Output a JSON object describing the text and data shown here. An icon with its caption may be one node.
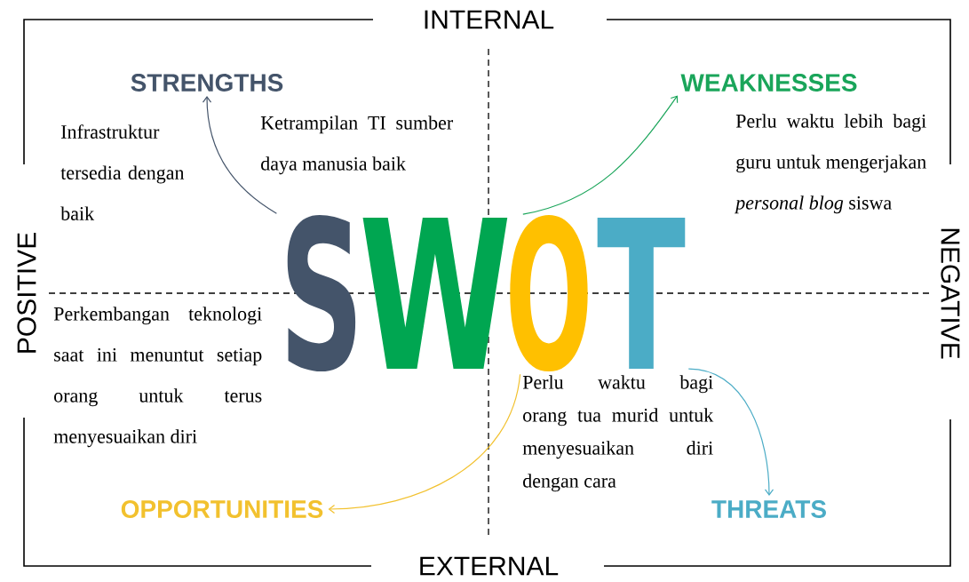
{
  "diagram": {
    "nodes": [
      {
        "text": [
          "STRENGTHS"
        ]
      },
      {
        "text": [
          "WEAKNESSES"
        ]
      },
      {
        "text": [
          "S"
        ]
      },
      {
        "text": [
          "W"
        ]
      },
      {
        "text": [
          "O"
        ]
      },
      {
        "text": [
          "T"
        ]
      },
      {
        "text": [
          "OPPORTUNITIES"
        ]
      },
      {
        "text": [
          "THREATS"
        ]
      }
    ],
    "edges": [
      {
        "from": 2,
        "to": 0,
        "arrow": "to",
        "color": "#44546a"
      },
      {
        "from": 4,
        "to": 1,
        "arrow": "to",
        "color": "#1aa55a"
      },
      {
        "from": 4,
        "to": 6,
        "arrow": "to",
        "color": "#f2c12e"
      },
      {
        "from": 5,
        "to": 7,
        "arrow": "to",
        "color": "#4bacc6"
      }
    ],
    "labels": [
      "INTERNAL",
      "Infrastruktur tersedia dengan baik",
      "Ketrampilan TI sumber daya manusia baik",
      "Perlu waktu lebih bagi guru untuk mengerjakan *personal blog* siswa",
      "POSITIVE",
      "NEGATIVE",
      "Perkembangan teknologi saat ini menuntut setiap orang untuk terus menyesuaikan diri",
      "Perlu waktu bagi orang tua murid untuk menyesuaikan diri dengan cara",
      "EXTERNAL"
    ]
  }
}
